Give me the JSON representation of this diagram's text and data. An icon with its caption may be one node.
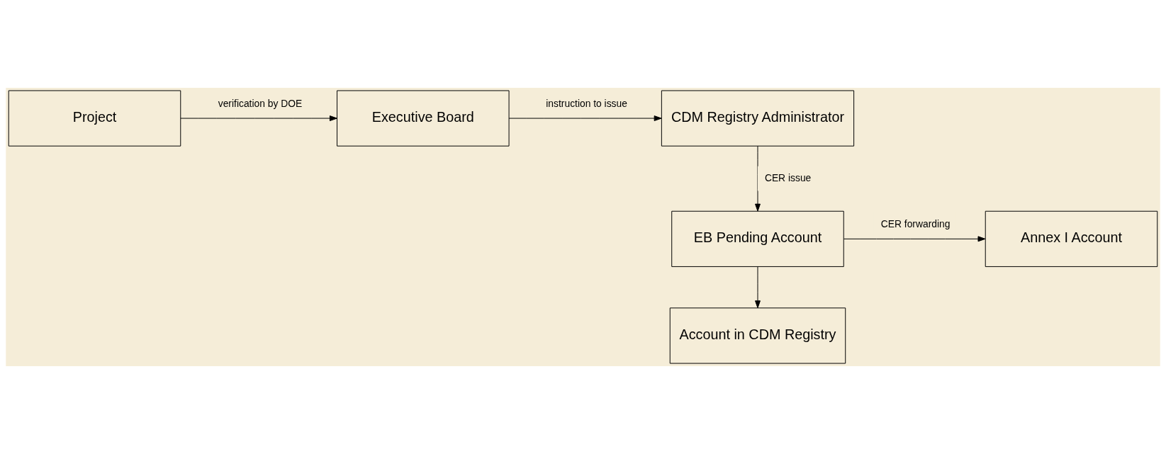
{
  "diagram": {
    "nodes": [
      {
        "text": [
          "Project"
        ]
      },
      {
        "text": [
          "Executive Board"
        ]
      },
      {
        "text": [
          "CDM Registry Administrator"
        ]
      },
      {
        "text": [
          "Annex I Account"
        ]
      },
      {
        "text": [
          "EB Pending Account"
        ]
      },
      {
        "text": [
          "Account in CDM Registry"
        ]
      }
    ],
    "edges": [
      {
        "from": 0,
        "to": 1,
        "arrow": "to",
        "label": "verification by DOE"
      },
      {
        "from": 1,
        "to": 2,
        "arrow": "to",
        "label": "instruction to issue"
      },
      {
        "from": 2,
        "to": 4,
        "arrow": "to",
        "label": "CER issue"
      },
      {
        "from": 4,
        "to": 3,
        "arrow": "to",
        "label": "CER forwarding"
      },
      {
        "from": 4,
        "to": 5,
        "arrow": "to"
      }
    ]
  }
}
